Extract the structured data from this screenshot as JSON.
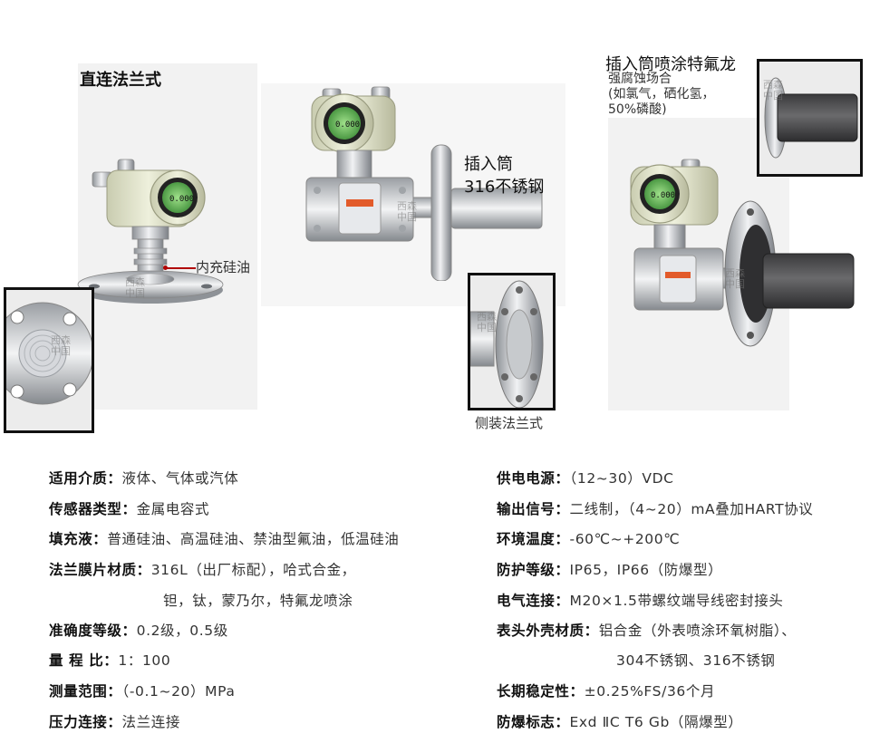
{
  "labels": {
    "direct_flange": "直连法兰式",
    "fill_oil": "内充硅油",
    "insert_tube": "插入筒",
    "steel_316": "316不锈钢",
    "side_flange": "侧装法兰式",
    "teflon_title": "插入筒喷涂特氟龙",
    "corrosion_1": "强腐蚀场合",
    "corrosion_2": "(如氯气，硒化氢，",
    "corrosion_3": "50%磷酸)"
  },
  "display_reading": "0.000",
  "watermark": [
    "西森",
    "中国"
  ],
  "specs_left": [
    {
      "key": "适用介质：",
      "value": "液体、气体或汽体"
    },
    {
      "key": "传感器类型：",
      "value": "金属电容式"
    },
    {
      "key": "填充液：",
      "value": "普通硅油、高温硅油、禁油型氟油，低温硅油"
    },
    {
      "key": "法兰膜片材质：",
      "value": "316L（出厂标配），哈式合金，"
    },
    {
      "key": "",
      "value": "钽，钛，蒙乃尔，特氟龙喷涂"
    },
    {
      "key": "准确度等级：",
      "value": "0.2级，0.5级"
    },
    {
      "key": "量 程 比：",
      "value": "1：100"
    },
    {
      "key": "测量范围：",
      "value": "（-0.1~20）MPa"
    },
    {
      "key": "压力连接：",
      "value": "法兰连接"
    }
  ],
  "specs_right": [
    {
      "key": "供电电源：",
      "value": "（12~30）VDC"
    },
    {
      "key": "输出信号：",
      "value": "二线制，（4~20）mA叠加HART协议"
    },
    {
      "key": "环境温度：",
      "value": "-60℃~+200℃"
    },
    {
      "key": "防护等级：",
      "value": "IP65，IP66（防爆型）"
    },
    {
      "key": "电气连接：",
      "value": "M20×1.5带螺纹端导线密封接头"
    },
    {
      "key": "表头外壳材质：",
      "value": "铝合金（外表喷涂环氧树脂）、"
    },
    {
      "key": "",
      "value": "304不锈钢、316不锈钢"
    },
    {
      "key": "长期稳定性：",
      "value": "±0.25%FS/36个月"
    },
    {
      "key": "防爆标志：",
      "value": "Exd ⅡC T6 Gb（隔爆型）"
    }
  ]
}
